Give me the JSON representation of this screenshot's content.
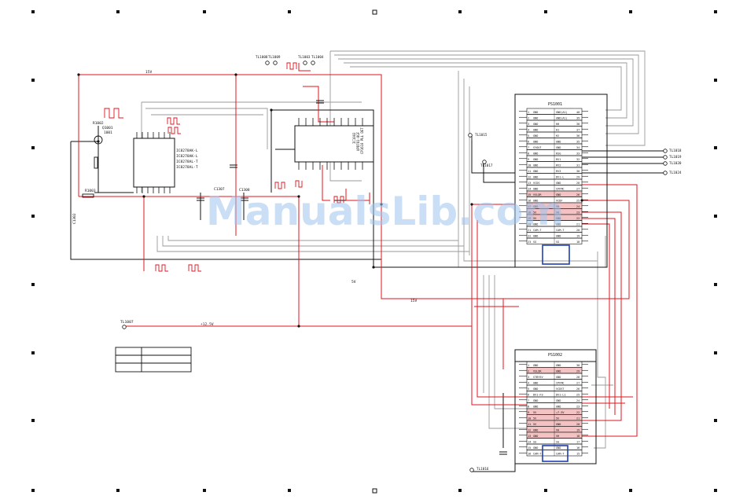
{
  "watermark": "ManualsLib.com",
  "colors": {
    "wire_power": "#e0141e",
    "wire_signal": "#111111",
    "wire_bus": "#9a9a9a",
    "highlight": "#f4c2c2",
    "marker": "#1f3fb0"
  },
  "ic_main": {
    "lines": [
      "IC8278AK-L",
      "IC8278AK-L",
      "IC8278AL-T",
      "IC8278AL-T"
    ]
  },
  "ic_ctrl": {
    "lines": [
      "IC1002",
      "UPD781-8GF",
      "CP1610 PLL DET"
    ]
  },
  "q1001": {
    "ref": "Q1001",
    "part": "1001"
  },
  "parts": {
    "r1002": "R1002",
    "c1307": "C1307",
    "c1308": "C1308",
    "c1302": "C1302",
    "r1003": "R1003"
  },
  "nets": {
    "n15v": "15V",
    "n15v_b": "15V",
    "n5v": "5V",
    "n12v": "+12.5V",
    "tl1007": "TL1007"
  },
  "tl_top": [
    "TL1008",
    "TL1009",
    "TL1003",
    "TL1004"
  ],
  "tl_mid": [
    "TL1015",
    "TL1017",
    "TL1016"
  ],
  "tl_right": [
    "TL1018",
    "TL1019",
    "TL1020",
    "TL1024"
  ],
  "ps1001": {
    "title": "PS1001",
    "pins": [
      {
        "n": "1",
        "l": "GND",
        "r": "GND(A1)",
        "rn": "40"
      },
      {
        "n": "2",
        "l": "GND",
        "r": "GND(A1)",
        "rn": "39"
      },
      {
        "n": "3",
        "l": "GND",
        "r": "H0",
        "rn": "38"
      },
      {
        "n": "4",
        "l": "GND",
        "r": "H1",
        "rn": "37"
      },
      {
        "n": "5",
        "l": "GND",
        "r": "H2",
        "rn": "36"
      },
      {
        "n": "6",
        "l": "GND",
        "r": "GND",
        "rn": "35"
      },
      {
        "n": "7",
        "l": "SYOUT",
        "r": "GND",
        "rn": "34"
      },
      {
        "n": "8",
        "l": "GND",
        "r": "RSG",
        "rn": "33"
      },
      {
        "n": "9",
        "l": "GND",
        "r": "RV1",
        "rn": "32"
      },
      {
        "n": "10",
        "l": "GND",
        "r": "RV2",
        "rn": "31"
      },
      {
        "n": "11",
        "l": "GND",
        "r": "RV3",
        "rn": "30"
      },
      {
        "n": "12",
        "l": "GND",
        "r": "DV1-L",
        "rn": "29"
      },
      {
        "n": "13",
        "l": "VCDS",
        "r": "GND",
        "rn": "28"
      },
      {
        "n": "14",
        "l": "GND",
        "r": "CPFMC",
        "rn": "27"
      },
      {
        "n": "15",
        "l": "VSLDR",
        "r": "GND",
        "rn": "26"
      },
      {
        "n": "16",
        "l": "GND",
        "r": "VCDF",
        "rn": "25"
      },
      {
        "n": "17",
        "l": "GND",
        "r": "VH",
        "rn": "24"
      },
      {
        "n": "18",
        "l": "5V",
        "r": "VH",
        "rn": "23"
      },
      {
        "n": "19",
        "l": "5V",
        "r": "GND",
        "rn": "22"
      },
      {
        "n": "20",
        "l": "GND",
        "r": "GND",
        "rn": "21"
      },
      {
        "n": "21",
        "l": "CAM-T",
        "r": "CAM-T",
        "rn": "20"
      },
      {
        "n": "22",
        "l": "GND",
        "r": "GND",
        "rn": "19"
      },
      {
        "n": "23",
        "l": "SG",
        "r": "SG",
        "rn": "18"
      }
    ]
  },
  "ps1002": {
    "title": "PS1002",
    "pins": [
      {
        "n": "1",
        "l": "GND",
        "r": "GND",
        "rn": "30"
      },
      {
        "n": "2",
        "l": "VSLDR",
        "r": "GND",
        "rn": "29"
      },
      {
        "n": "3",
        "l": "STBY5V",
        "r": "GND",
        "rn": "28"
      },
      {
        "n": "4",
        "l": "GND",
        "r": "CPFMC",
        "rn": "27"
      },
      {
        "n": "5",
        "l": "GND",
        "r": "VCDST",
        "rn": "26"
      },
      {
        "n": "6",
        "l": "DV1-F3",
        "r": "DV1-L1",
        "rn": "25"
      },
      {
        "n": "7",
        "l": "GND",
        "r": "GND",
        "rn": "24"
      },
      {
        "n": "8",
        "l": "GND",
        "r": "GND",
        "rn": "23"
      },
      {
        "n": "9",
        "l": "5V",
        "r": "+7.5V",
        "rn": "22"
      },
      {
        "n": "10",
        "l": "5V",
        "r": "5V",
        "rn": "21"
      },
      {
        "n": "11",
        "l": "5V",
        "r": "GND",
        "rn": "20"
      },
      {
        "n": "12",
        "l": "GND",
        "r": "VH",
        "rn": "19"
      },
      {
        "n": "13",
        "l": "GND",
        "r": "VH",
        "rn": "18"
      },
      {
        "n": "14",
        "l": "SG",
        "r": "SG",
        "rn": "17"
      },
      {
        "n": "15",
        "l": "GND",
        "r": "GND",
        "rn": "16"
      },
      {
        "n": "16",
        "l": "CAM-T",
        "r": "CAM-T",
        "rn": "15"
      }
    ]
  }
}
